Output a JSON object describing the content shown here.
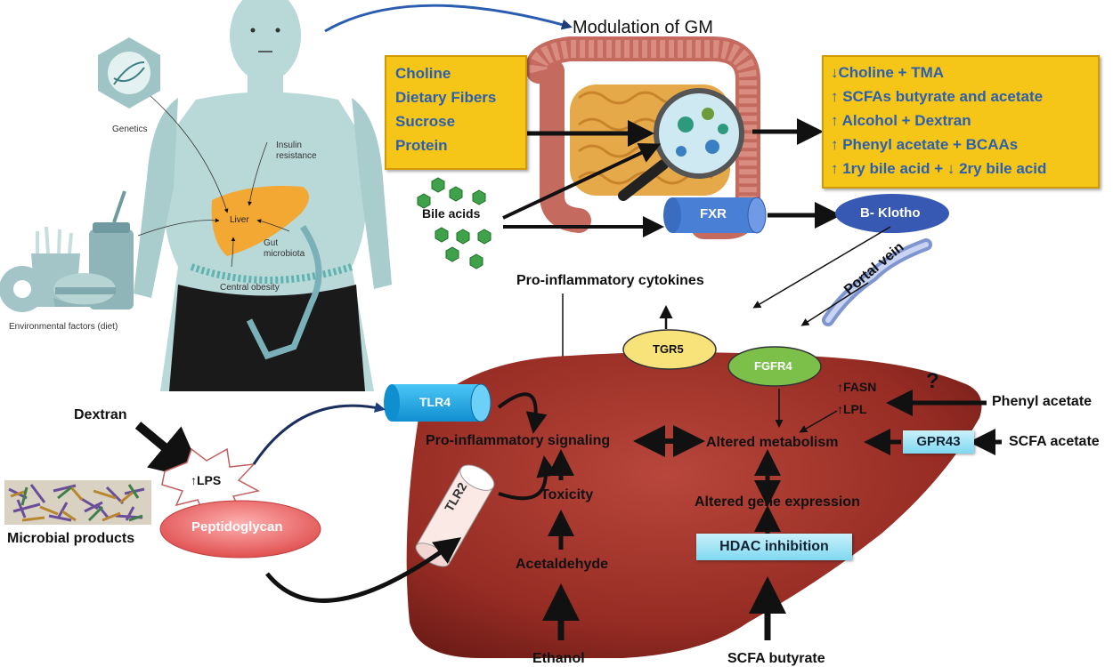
{
  "title": "Modulation of GM",
  "human_figure": {
    "genetics": "Genetics",
    "insulin_resistance": "Insulin resistance",
    "liver": "Liver",
    "gut_microbiota": "Gut microbiota",
    "central_obesity": "Central obesity",
    "environmental_factors": "Environmental factors (diet)"
  },
  "diet_box": {
    "items": [
      "Choline",
      "Dietary Fibers",
      "Sucrose",
      "Protein"
    ]
  },
  "gm_effects_box": {
    "items": [
      "↓Choline + TMA",
      "↑ SCFAs butyrate and acetate",
      "↑ Alcohol + Dextran",
      "↑ Phenyl acetate + BCAAs",
      "↑ 1ry bile acid + ↓ 2ry bile acid"
    ]
  },
  "bile_acids": "Bile acids",
  "fxr": "FXR",
  "b_klotho": "B- Klotho",
  "portal_vein": "Portal vein",
  "pro_inflammatory_cytokines": "Pro-inflammatory cytokines",
  "tgr5": "TGR5",
  "fgfr4": "FGFR4",
  "tlr4": "TLR4",
  "tlr2": "TLR2",
  "dextran": "Dextran",
  "lps": "↑LPS",
  "peptidoglycan": "Peptidoglycan",
  "microbial_products": "Microbial products",
  "pro_inflammatory_signaling": "Pro-inflammatory signaling",
  "altered_metabolism": "Altered metabolism",
  "fasn": "↑FASN",
  "lpl": "↑LPL",
  "question_mark": "?",
  "phenyl_acetate": "Phenyl acetate",
  "gpr43": "GPR43",
  "scfa_acetate": "SCFA acetate",
  "toxicity": "Toxicity",
  "acetaldehyde": "Acetaldehyde",
  "ethanol": "Ethanol",
  "altered_gene_expression": "Altered gene expression",
  "hdac_inhibition": "HDAC inhibition",
  "scfa_butyrate": "SCFA butyrate",
  "colors": {
    "liver": "#9b2f28",
    "yellow_box": "#f5c518",
    "box_text": "#2c5fb0",
    "body": "#b9d8d8",
    "fxr": "#4a7fd6",
    "tlr4": "#1aa8e8",
    "tgr5": "#f8e27a",
    "fgfr4": "#7cc04a",
    "peptidoglycan": "#e96e6e",
    "cyan": "#8fdcf2"
  }
}
